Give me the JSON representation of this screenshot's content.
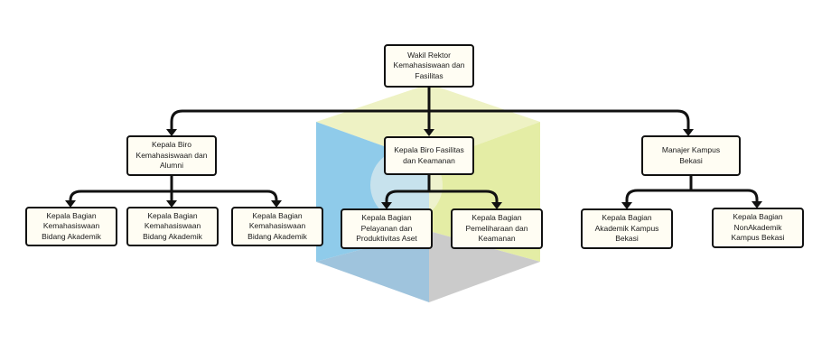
{
  "org": {
    "root": "Wakil Rektor\nKemahasiswaan dan\nFasilitas",
    "biro_alumni": "Kepala Biro\nKemahasiswaan dan\nAlumni",
    "biro_fasilitas": "Kepala Biro Fasilitas\ndan Keamanan",
    "manajer": "Manajer Kampus\nBekasi",
    "kb1": "Kepala Bagian\nKemahasiswaan\nBidang Akademik",
    "kb2": "Kepala Bagian\nKemahasiswaan\nBidang Akademik",
    "kb3": "Kepala Bagian\nKemahasiswaan\nBidang Akademik",
    "kb4": "Kepala Bagian\nPelayanan dan\nProduktivitas Aset",
    "kb5": "Kepala Bagian\nPemeliharaan dan\nKeamanan",
    "kb6": "Kepala Bagian\nAkademik Kampus\nBekasi",
    "kb7": "Kepala Bagian\nNonAkademik\nKampus Bekasi"
  },
  "colors": {
    "cube_top": "#eef2c4",
    "cube_left": "#8fcbea",
    "cube_right": "#e4eda5",
    "cube_bottom_left": "#9fc4dd",
    "cube_bottom_right": "#cbcbcb",
    "line": "#111111"
  }
}
